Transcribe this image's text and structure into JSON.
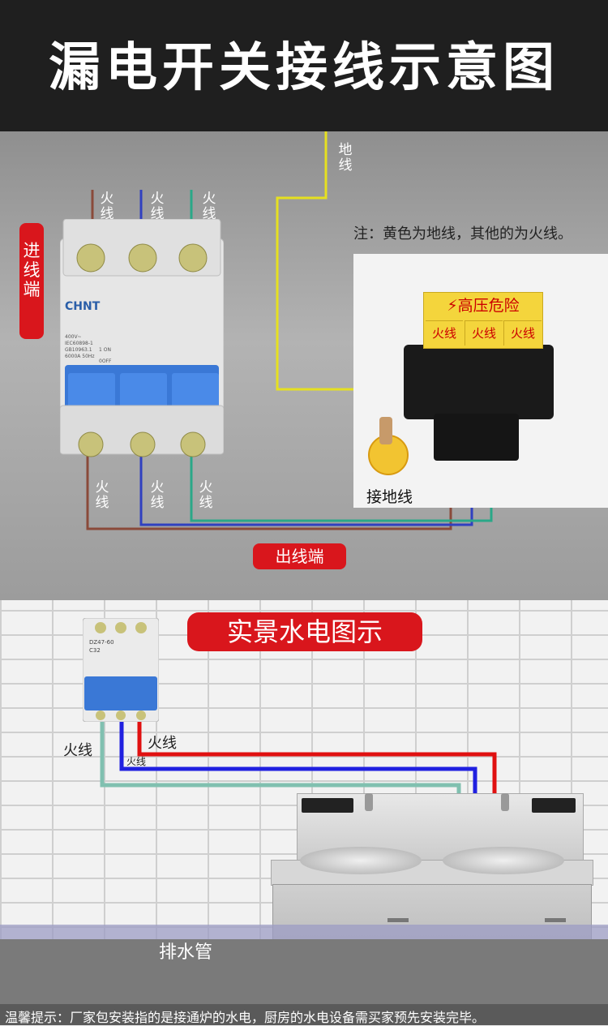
{
  "header": {
    "title": "漏电开关接线示意图"
  },
  "wiring": {
    "ground_wire_label": "地线",
    "live_wire_label": "火线",
    "inlet_label": "进线端",
    "outlet_label": "出线端",
    "note": "注：黄色为地线，其他的为火线。",
    "breaker": {
      "brand": "CHNT",
      "spec_lines": [
        "400V~",
        "IEC60898-1",
        "GB10963.1",
        "6000A  50Hz"
      ],
      "on_label": "1 ON",
      "off_label": "0OFF"
    },
    "photo": {
      "warning_title": "高压危险",
      "warning_cells": [
        "火线",
        "火线",
        "火线"
      ],
      "ground_terminal_label": "接地线"
    },
    "colors": {
      "brown": "#8a4a3a",
      "blue": "#3040c0",
      "green": "#2aa888",
      "yellow": "#e6e020"
    }
  },
  "scene": {
    "title": "实景水电图示",
    "breaker_label": "DZ47-60",
    "breaker_rating": "C32",
    "wire_labels": [
      "火线",
      "火线",
      "火线"
    ],
    "drain_label": "排水管",
    "colors": {
      "red": "#e01010",
      "blue": "#2020e0",
      "teal": "#80c0b0"
    }
  },
  "footer": {
    "text": "温馨提示：厂家包安装指的是接通炉的水电，厨房的水电设备需买家预先安装完毕。"
  }
}
